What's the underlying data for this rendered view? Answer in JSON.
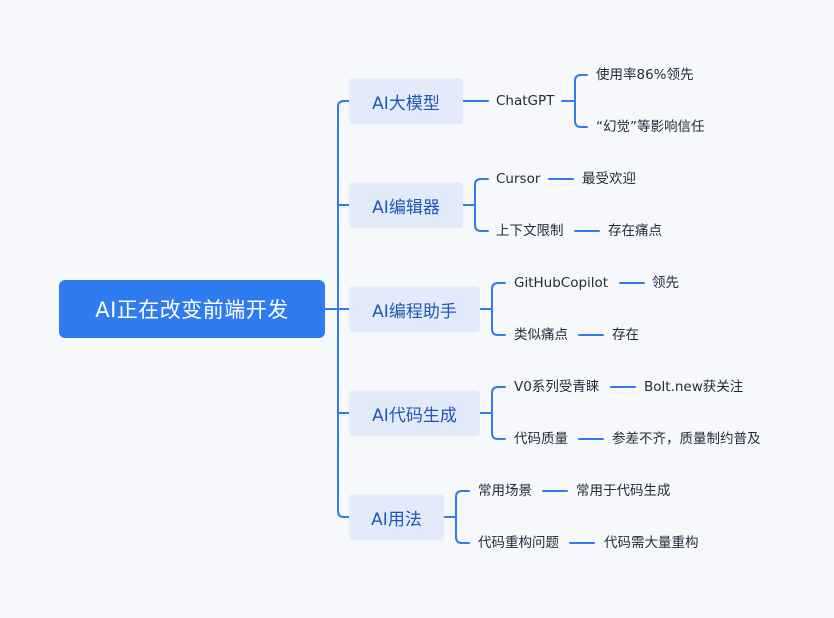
{
  "root": {
    "label": "AI正在改变前端开发"
  },
  "branches": [
    {
      "label": "AI大模型",
      "l1": "ChatGPT",
      "l2a": "使用率86%领先",
      "l2b": "“幻觉”等影响信任"
    },
    {
      "label": "AI编辑器",
      "l1a": "Cursor",
      "l2a": "最受欢迎",
      "l1b": "上下文限制",
      "l2b": "存在痛点"
    },
    {
      "label": "AI编程助手",
      "l1a": "GitHubCopilot",
      "l2a": "领先",
      "l1b": "类似痛点",
      "l2b": "存在"
    },
    {
      "label": "AI代码生成",
      "l1a": "V0系列受青睐",
      "l2a": "Bolt.new获关注",
      "l1b": "代码质量",
      "l2b": "参差不齐，质量制约普及"
    },
    {
      "label": "AI用法",
      "l1a": "常用场景",
      "l2a": "常用于代码生成",
      "l1b": "代码重构问题",
      "l2b": "代码需大量重构"
    }
  ],
  "colors": {
    "accent": "#2e7cf0",
    "branch_bg": "#e3ebfa",
    "branch_text": "#1f56b8",
    "background": "#f6f8fc"
  }
}
